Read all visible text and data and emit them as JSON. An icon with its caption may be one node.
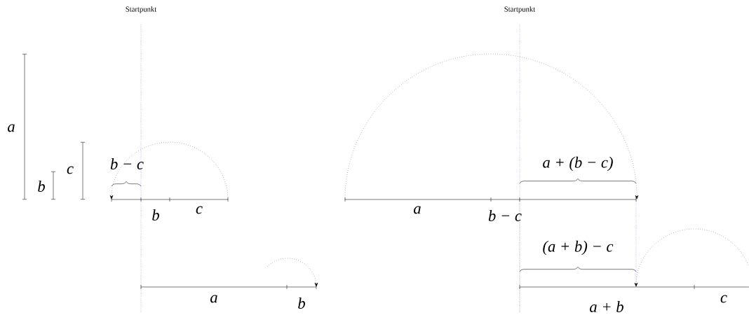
{
  "diagram": {
    "labels": [
      "Startpunkt",
      "Startpunkt",
      "a",
      "c",
      "b − c",
      "a + (b − c)",
      "b",
      "b",
      "c",
      "a",
      "b − c",
      "(a + b) − c",
      "a",
      "b",
      "a + b",
      "c"
    ]
  }
}
